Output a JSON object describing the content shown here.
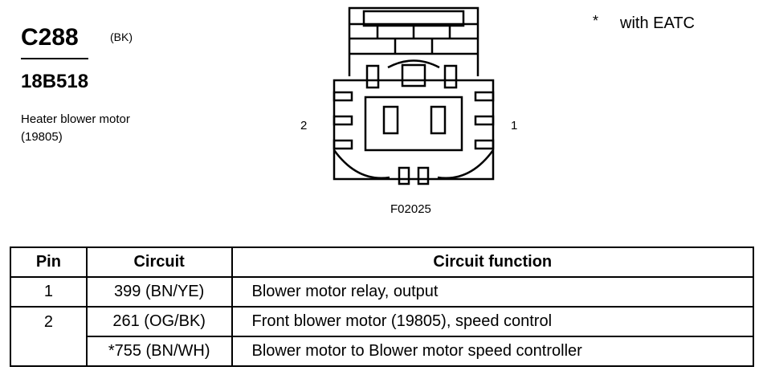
{
  "connector": {
    "id": "C288",
    "color": "(BK)",
    "part_number": "18B518",
    "description_line1": "Heater blower motor",
    "description_line2": "(19805)"
  },
  "footnote": {
    "mark": "*",
    "text": "with EATC"
  },
  "diagram": {
    "pin_left_label": "2",
    "pin_right_label": "1",
    "figure_code": "F02025"
  },
  "table": {
    "headers": {
      "pin": "Pin",
      "circuit": "Circuit",
      "function": "Circuit function"
    },
    "rows": [
      {
        "pin": "1",
        "circuit": "399 (BN/YE)",
        "function": "Blower motor relay, output"
      },
      {
        "pin": "2",
        "circuit": "261 (OG/BK)",
        "function": "Front blower motor (19805), speed control"
      },
      {
        "pin": "",
        "circuit": "*755 (BN/WH)",
        "function": "Blower motor to Blower motor speed controller"
      }
    ]
  }
}
